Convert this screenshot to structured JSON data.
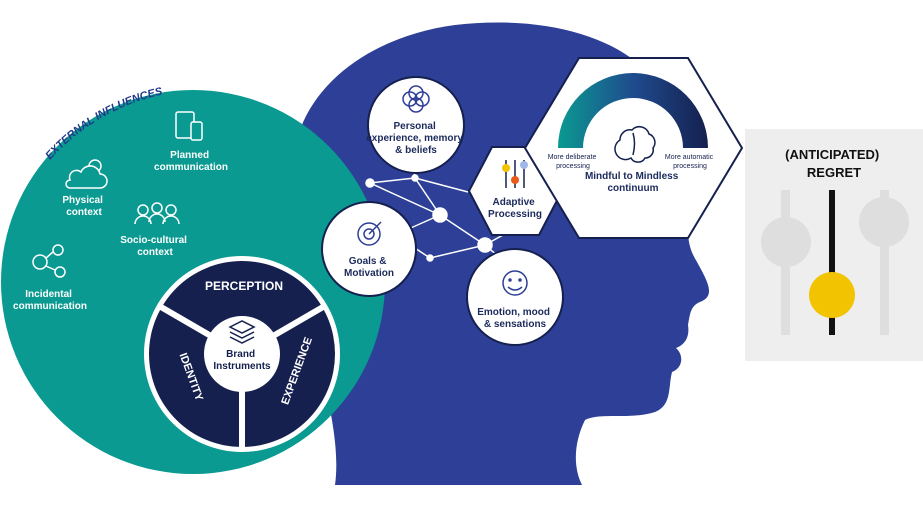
{
  "external": {
    "title": "EXTERNAL INFLUENCES",
    "items": {
      "planned": [
        "Planned",
        "communication"
      ],
      "physical": [
        "Physical",
        "context"
      ],
      "socio": [
        "Socio-cultural",
        "context"
      ],
      "incidental": [
        "Incidental",
        "communication"
      ]
    }
  },
  "brand": {
    "center": [
      "Brand",
      "Instruments"
    ],
    "perception": "PERCEPTION",
    "identity": "IDENTITY",
    "experience": "EXPERIENCE"
  },
  "head": {
    "personal": [
      "Personal",
      "experience, memory",
      "& beliefs"
    ],
    "goals": [
      "Goals &",
      "Motivation"
    ],
    "emotion": [
      "Emotion, mood",
      "& sensations"
    ],
    "adaptive": [
      "Adaptive",
      "Processing"
    ],
    "mindful": {
      "left": [
        "More deliberate",
        "processing"
      ],
      "right": [
        "More automatic",
        "processing"
      ],
      "label": [
        "Mindful to Mindless",
        "continuum"
      ]
    }
  },
  "regret": {
    "title": [
      "(ANTICIPATED)",
      "REGRET"
    ]
  },
  "colors": {
    "teal": "#0a9a91",
    "navy": "#15204f",
    "head": "#2d3f96",
    "yellow": "#f2c300",
    "panel": "#eeeeee"
  }
}
